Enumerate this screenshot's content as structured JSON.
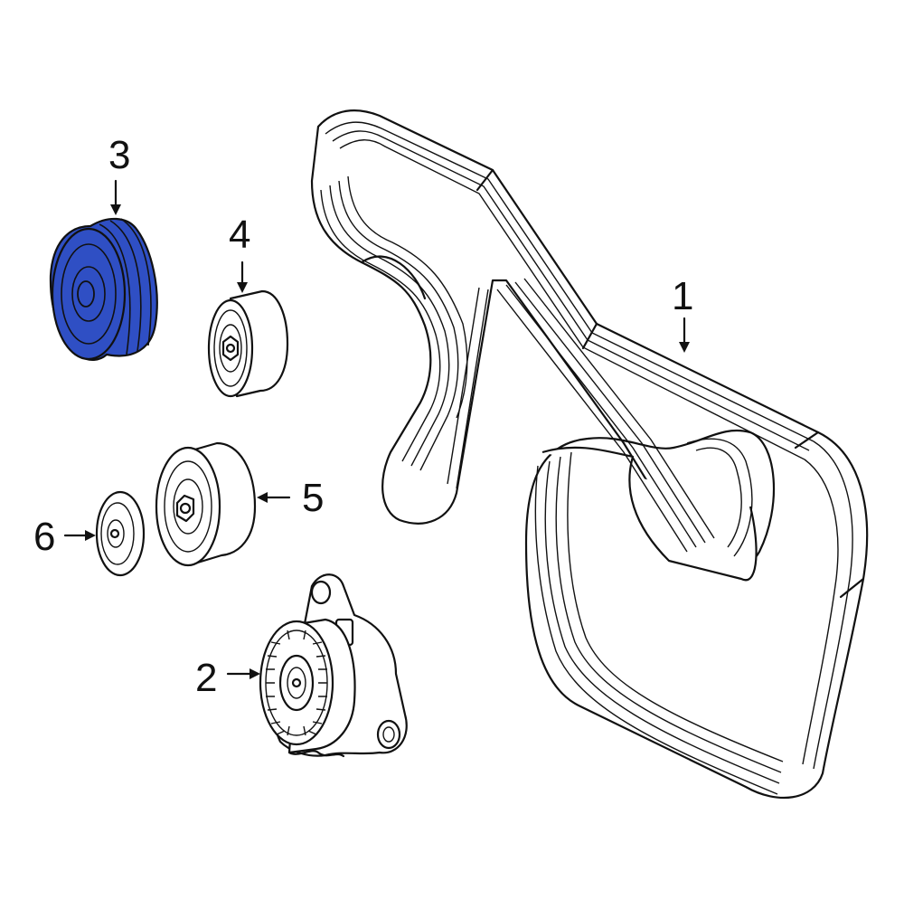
{
  "highlight_color": "#2f4fc4",
  "line_color": "#111111",
  "background": "#ffffff",
  "callouts": [
    {
      "id": "belt",
      "label": "1"
    },
    {
      "id": "tensioner",
      "label": "2"
    },
    {
      "id": "idler-pulley-grooved",
      "label": "3"
    },
    {
      "id": "idler-pulley-upper",
      "label": "4"
    },
    {
      "id": "idler-pulley-lower",
      "label": "5"
    },
    {
      "id": "dust-cap",
      "label": "6"
    }
  ],
  "highlighted_part": "3"
}
